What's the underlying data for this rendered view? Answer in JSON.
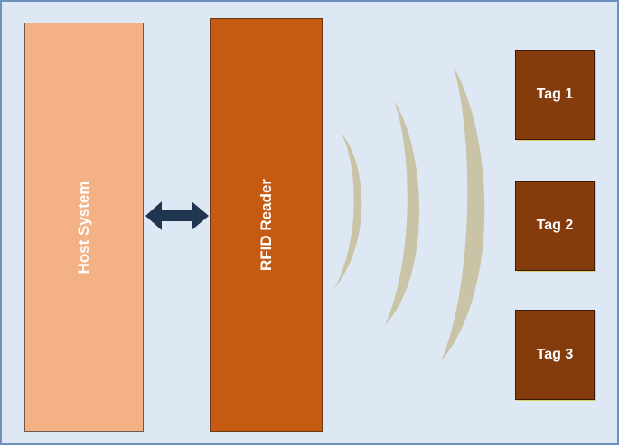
{
  "host": {
    "label": "Host System"
  },
  "reader": {
    "label": "RFID Reader"
  },
  "tags": [
    {
      "label": "Tag 1"
    },
    {
      "label": "Tag 2"
    },
    {
      "label": "Tag 3"
    }
  ],
  "colors": {
    "background": "#dde8f4",
    "host": "#f4b183",
    "reader": "#c55a11",
    "tag": "#843c0c",
    "arrow": "#1f3550",
    "waves": "#c7bd98"
  }
}
